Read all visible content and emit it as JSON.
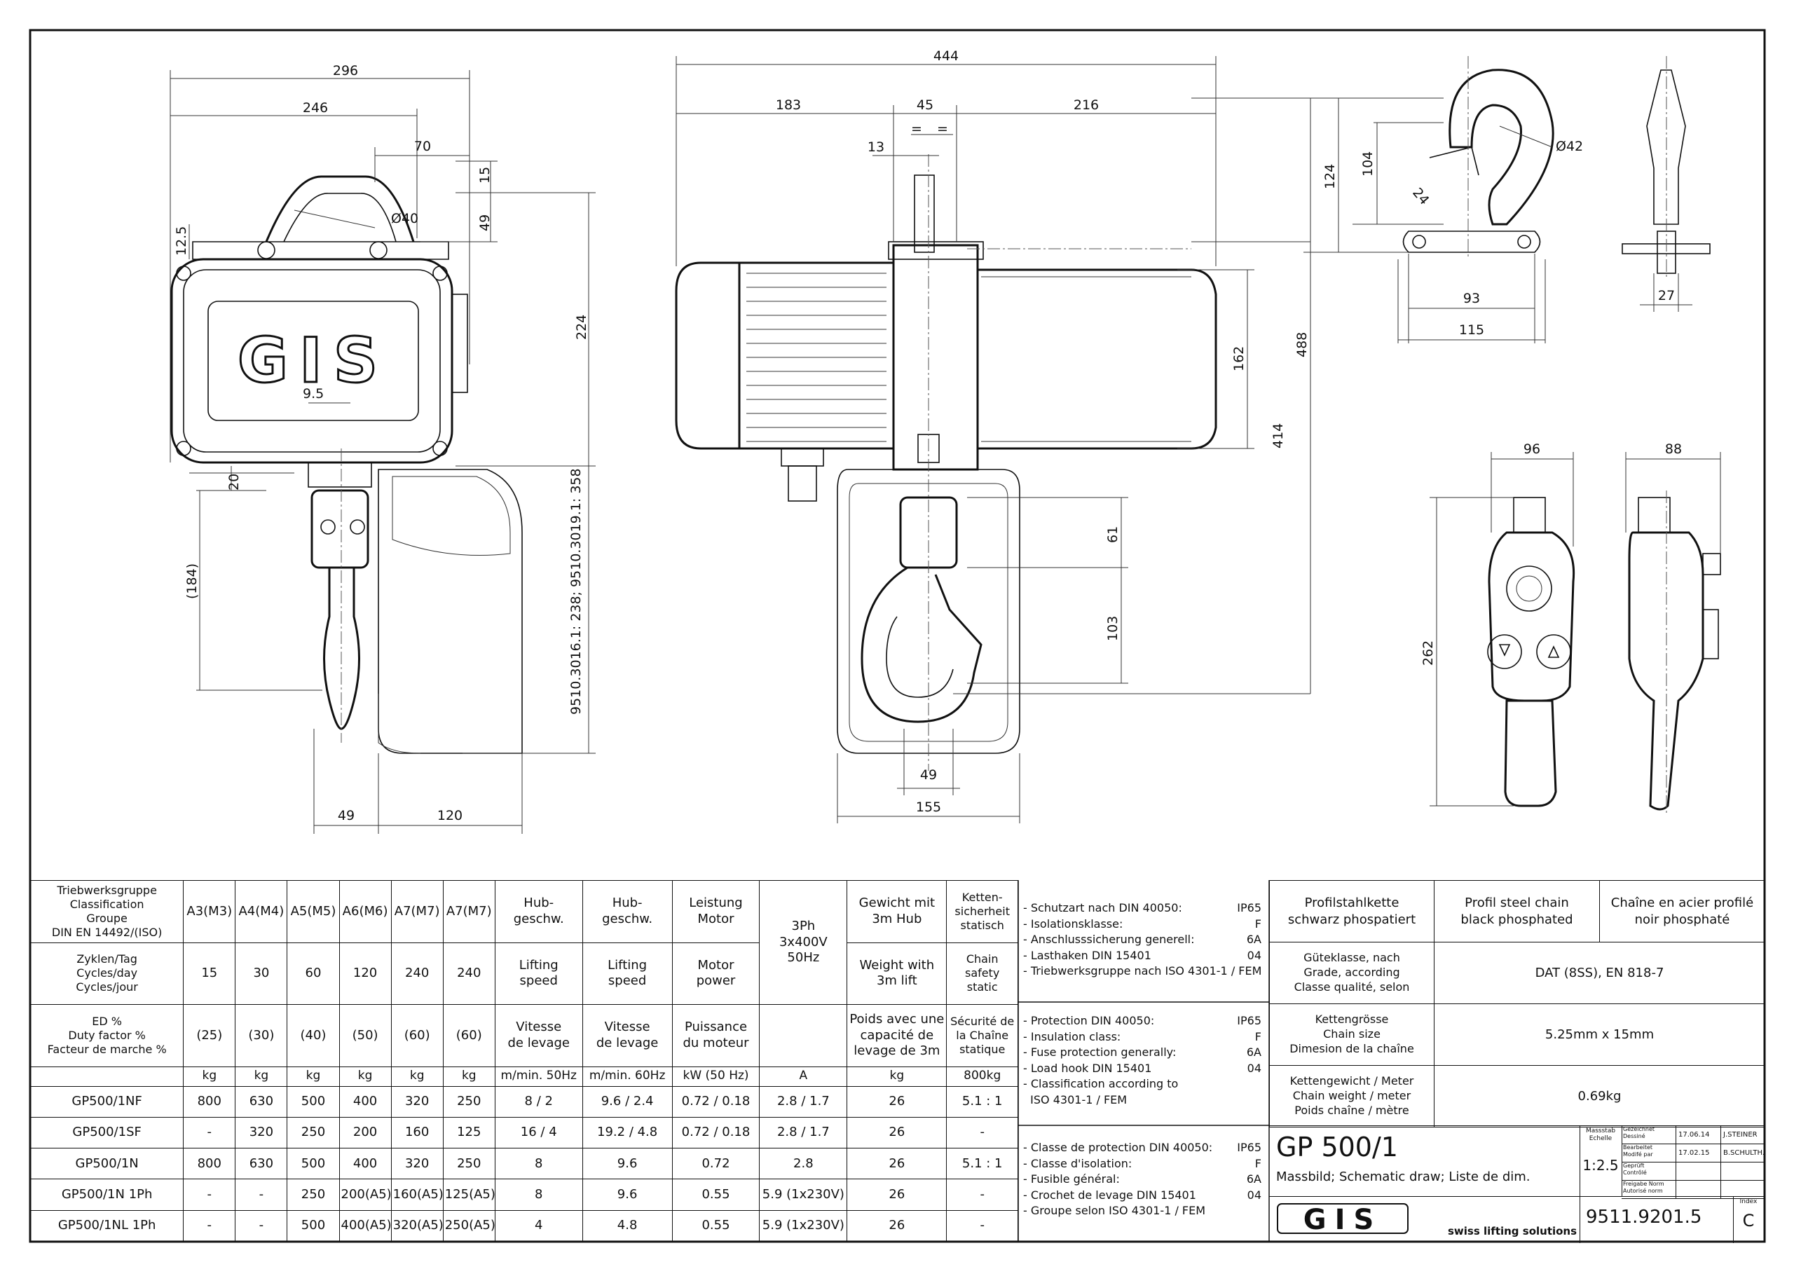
{
  "dimensions": {
    "front": [
      "296",
      "246",
      "70",
      "15",
      "49",
      "12.5",
      "Ø40",
      "224",
      "9.5",
      "20",
      "(184)",
      "9510.3016.1: 238;  9510.3019.1: 358",
      "49",
      "120"
    ],
    "side": [
      "444",
      "183",
      "45",
      "216",
      "13",
      "=",
      "=",
      "162",
      "488",
      "414",
      "61",
      "103",
      "49",
      "155"
    ],
    "hook": [
      "124",
      "104",
      "Ø42",
      "24",
      "93",
      "115",
      "27"
    ],
    "pendant": [
      "96",
      "88",
      "262"
    ]
  },
  "logo_text": "GIS",
  "spec_table": {
    "header_labels": {
      "classification": [
        "Triebwerksgruppe",
        "Classification",
        "Groupe",
        "DIN EN 14492/(ISO)"
      ],
      "groups": [
        "A3(M3)",
        "A4(M4)",
        "A5(M5)",
        "A6(M6)",
        "A7(M7)",
        "A7(M7)"
      ],
      "hub1": [
        "Hub-",
        "geschw."
      ],
      "hub2": [
        "Hub-",
        "geschw."
      ],
      "leistung": [
        "Leistung",
        "Motor"
      ],
      "gewicht": [
        "Gewicht mit",
        "3m Hub"
      ],
      "ketten": [
        "Ketten-",
        "sicherheit",
        "statisch"
      ]
    },
    "cycles_label": [
      "Zyklen/Tag",
      "Cycles/day",
      "Cycles/jour"
    ],
    "cycles": [
      "15",
      "30",
      "60",
      "120",
      "240",
      "240"
    ],
    "lifting1": [
      "Lifting",
      "speed"
    ],
    "lifting2": [
      "Lifting",
      "speed"
    ],
    "motor_power": [
      "Motor",
      "power"
    ],
    "phase": [
      "3Ph",
      "3x400V",
      "50Hz"
    ],
    "weight_lift": [
      "Weight with",
      "3m lift"
    ],
    "chain_safety": [
      "Chain",
      "safety",
      "static"
    ],
    "ed_label": [
      "ED %",
      "Duty factor %",
      "Facteur de marche %"
    ],
    "ed": [
      "(25)",
      "(30)",
      "(40)",
      "(50)",
      "(60)",
      "(60)"
    ],
    "vitesse1": [
      "Vitesse",
      "de levage"
    ],
    "vitesse2": [
      "Vitesse",
      "de levage"
    ],
    "puissance": [
      "Puissance",
      "du moteur"
    ],
    "poids": [
      "Poids avec une",
      "capacité de",
      "levage de 3m"
    ],
    "securite": [
      "Sécurité de",
      "la Chaîne",
      "statique"
    ],
    "units": [
      "kg",
      "kg",
      "kg",
      "kg",
      "kg",
      "kg",
      "m/min. 50Hz",
      "m/min. 60Hz",
      "kW (50 Hz)",
      "A",
      "kg",
      "800kg"
    ],
    "rows": [
      [
        "GP500/1NF",
        "800",
        "630",
        "500",
        "400",
        "320",
        "250",
        "8 / 2",
        "9.6 / 2.4",
        "0.72 / 0.18",
        "2.8 / 1.7",
        "26",
        "5.1 : 1"
      ],
      [
        "GP500/1SF",
        "-",
        "320",
        "250",
        "200",
        "160",
        "125",
        "16 / 4",
        "19.2 / 4.8",
        "0.72 / 0.18",
        "2.8 / 1.7",
        "26",
        "-"
      ],
      [
        "GP500/1N",
        "800",
        "630",
        "500",
        "400",
        "320",
        "250",
        "8",
        "9.6",
        "0.72",
        "2.8",
        "26",
        "5.1 : 1"
      ],
      [
        "GP500/1N 1Ph",
        "-",
        "-",
        "250",
        "200(A5)",
        "160(A5)",
        "125(A5)",
        "8",
        "9.6",
        "0.55",
        "5.9 (1x230V)",
        "26",
        "-"
      ],
      [
        "GP500/1NL 1Ph",
        "-",
        "-",
        "500",
        "400(A5)",
        "320(A5)",
        "250(A5)",
        "4",
        "4.8",
        "0.55",
        "5.9 (1x230V)",
        "26",
        "-"
      ]
    ]
  },
  "notes_de": [
    [
      "- Schutzart nach DIN 40050:",
      "IP65"
    ],
    [
      "- Isolationsklasse:",
      "F"
    ],
    [
      "- Anschlusssicherung generell:",
      "6A"
    ],
    [
      "- Lasthaken DIN 15401",
      "04"
    ],
    [
      "- Triebwerksgruppe nach ISO 4301-1 / FEM",
      ""
    ]
  ],
  "notes_en": [
    [
      "- Protection DIN 40050:",
      "IP65"
    ],
    [
      "- Insulation class:",
      "F"
    ],
    [
      "- Fuse protection generally:",
      "6A"
    ],
    [
      "- Load hook DIN 15401",
      "04"
    ],
    [
      "- Classification according to",
      ""
    ],
    [
      "  ISO 4301-1 / FEM",
      ""
    ]
  ],
  "notes_fr": [
    [
      "- Classe de protection DIN 40050:",
      "IP65"
    ],
    [
      "- Classe d'isolation:",
      "F"
    ],
    [
      "- Fusible général:",
      "6A"
    ],
    [
      "- Crochet de levage DIN 15401",
      "04"
    ],
    [
      "- Groupe selon ISO 4301-1 / FEM",
      ""
    ]
  ],
  "chain": {
    "title_de": [
      "Profilstahlkette",
      "schwarz phospatiert"
    ],
    "title_en": [
      "Profil steel chain",
      "black phosphated"
    ],
    "title_fr": [
      "Chaîne en acier profilé",
      "noir phosphaté"
    ],
    "grade_label": [
      "Güteklasse, nach",
      "Grade, according",
      "Classe qualité, selon"
    ],
    "grade_value": "DAT (8SS), EN 818-7",
    "size_label": [
      "Kettengrösse",
      "Chain size",
      "Dimesion de la chaîne"
    ],
    "size_value": "5.25mm x 15mm",
    "weight_label": [
      "Kettengewicht / Meter",
      "Chain weight / meter",
      "Poids chaîne / mètre"
    ],
    "weight_value": "0.69kg"
  },
  "title_block": {
    "model": "GP 500/1",
    "description": "Massbild; Schematic draw; Liste de dim.",
    "scale_label": [
      "Massstab",
      "Echelle"
    ],
    "scale": "1:2.5",
    "meta": [
      [
        "Gezeichnet",
        "Dessiné",
        "17.06.14",
        "J.STEINER"
      ],
      [
        "Bearbeitet",
        "Modifé par",
        "17.02.15",
        "B.SCHULTH."
      ],
      [
        "Geprüft",
        "Contrôlé",
        "",
        ""
      ],
      [
        "Freigabe Norm",
        "Autorisé norm",
        "",
        ""
      ]
    ],
    "logo": "GIS",
    "tagline": "swiss lifting solutions",
    "number": "9511.9201.5",
    "index_label": "Index",
    "index": "C"
  }
}
